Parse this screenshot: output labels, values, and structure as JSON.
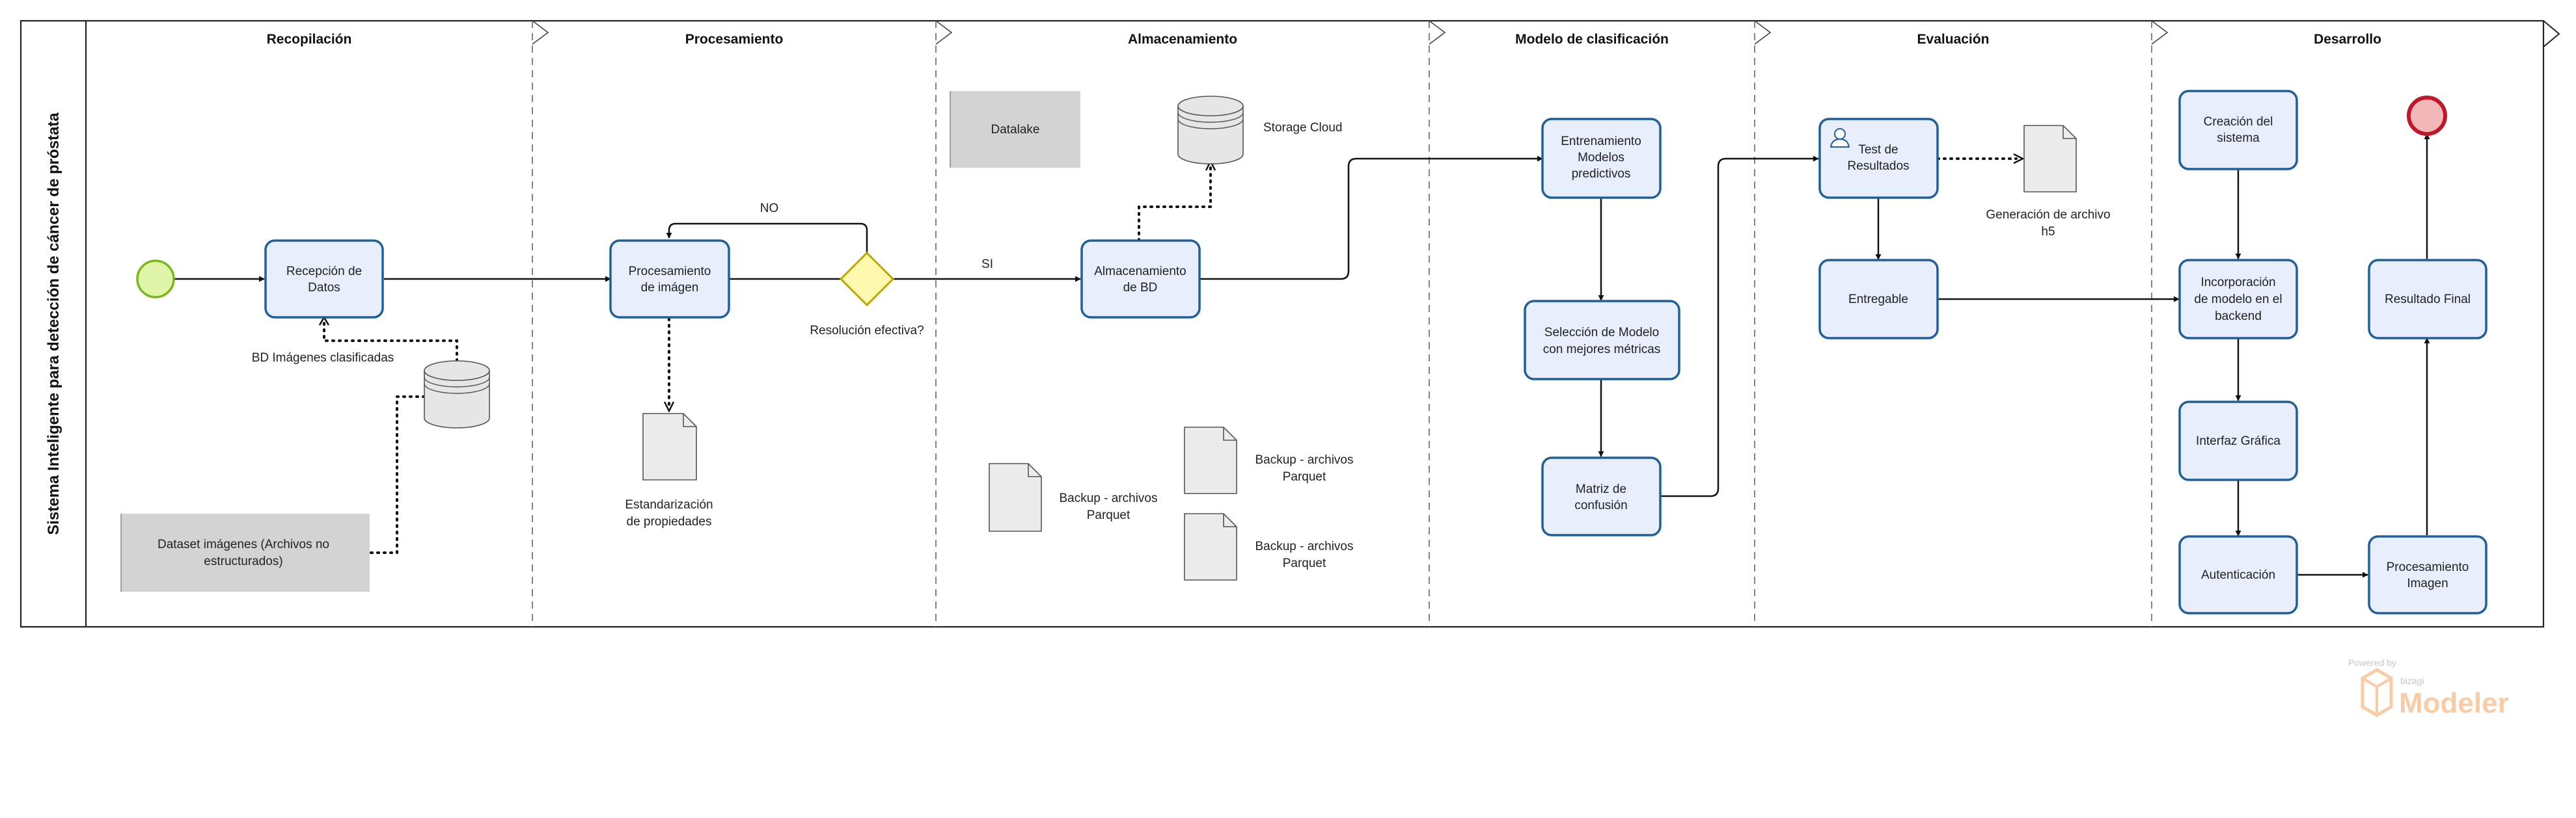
{
  "pool": {
    "label": "Sistema Inteligente para detección de cáncer de próstata"
  },
  "lanes": [
    "Recopilación",
    "Procesamiento",
    "Almacenamiento",
    "Modelo de clasificación",
    "Evaluación",
    "Desarrollo"
  ],
  "tasks": {
    "recepcion": [
      "Recepción de",
      "Datos"
    ],
    "procesamiento": [
      "Procesamiento",
      "de imágen"
    ],
    "almacenamiento": [
      "Almacenamiento",
      "de BD"
    ],
    "entrenamiento": [
      "Entrenamiento",
      "Modelos",
      "predictivos"
    ],
    "seleccion": [
      "Selección de Modelo",
      "con mejores métricas"
    ],
    "matriz": [
      "Matriz de",
      "confusión"
    ],
    "test": [
      "Test de",
      "Resultados"
    ],
    "entregable": [
      "Entregable"
    ],
    "creacion": [
      "Creación del",
      "sistema"
    ],
    "incorporacion": [
      "Incorporación",
      "de modelo en el",
      "backend"
    ],
    "interfaz": [
      "Interfaz Gráfica"
    ],
    "autenticacion": [
      "Autenticación"
    ],
    "procesamiento_imagen": [
      "Procesamiento",
      "Imagen"
    ],
    "resultado": [
      "Resultado Final"
    ]
  },
  "artifacts": {
    "bd_imagenes": [
      "BD Imágenes clasificadas"
    ],
    "dataset": [
      "Dataset imágenes (Archivos no",
      "estructurados)"
    ],
    "estandarizacion": [
      "Estandarización",
      "de propiedades"
    ],
    "datalake": [
      "Datalake"
    ],
    "storage": [
      "Storage Cloud"
    ],
    "backup1": [
      "Backup - archivos",
      "Parquet"
    ],
    "backup2": [
      "Backup - archivos",
      "Parquet"
    ],
    "backup3": [
      "Backup - archivos",
      "Parquet"
    ],
    "generacion": [
      "Generación de archivo",
      "h5"
    ]
  },
  "gateway": {
    "label": "Resolución efectiva?",
    "yes": "SI",
    "no": "NO"
  },
  "brand": {
    "powered_by": "Powered by",
    "company": "bizagi",
    "product": "Modeler",
    "color": "#f5a45d"
  },
  "colors": {
    "task_fill": "#e8eefc",
    "task_stroke": "#1f5f9b",
    "start_fill": "#dff5a8",
    "start_stroke": "#7bb81e",
    "end_fill": "#f2b8b8",
    "end_stroke": "#c0172a",
    "gateway_fill": "#fff9b0",
    "gateway_stroke": "#b8a800"
  }
}
